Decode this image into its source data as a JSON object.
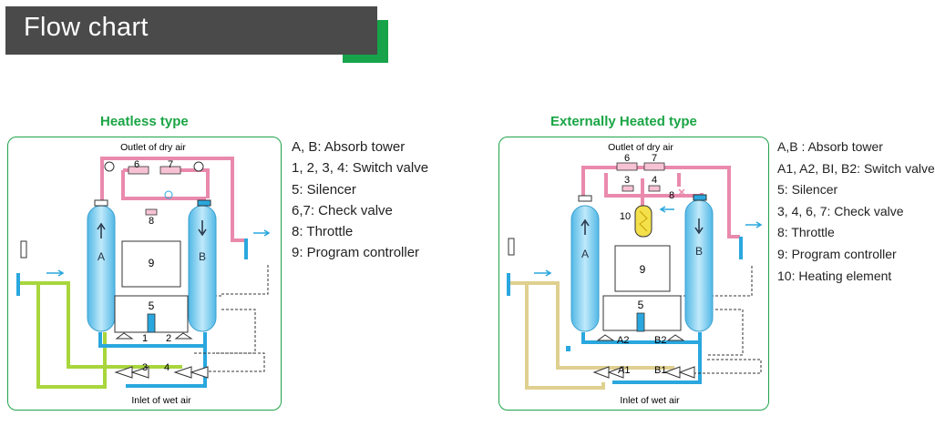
{
  "header": {
    "title": "Flow chart",
    "accent_color": "#17a34a",
    "bar_color": "#4a4a4a"
  },
  "left": {
    "title": "Heatless type",
    "outlet": "Outlet of dry air",
    "inlet": "Inlet of wet air",
    "tower_a": "A",
    "tower_b": "B",
    "controller": "9",
    "silencer": "5",
    "throttle": "8",
    "check_6": "6",
    "check_7": "7",
    "valve_1": "1",
    "valve_2": "2",
    "valve_3": "3",
    "valve_4": "4",
    "legend": [
      "A, B: Absorb tower",
      "1, 2, 3, 4: Switch valve",
      "5: Silencer",
      "6,7: Check valve",
      "8: Throttle",
      "9: Program controller"
    ]
  },
  "right": {
    "title": "Externally Heated type",
    "outlet": "Outlet of dry air",
    "inlet": "Inlet of wet air",
    "tower_a": "A",
    "tower_b": "B",
    "controller": "9",
    "silencer": "5",
    "heater": "10",
    "throttle": "8",
    "check_3": "3",
    "check_4": "4",
    "check_6": "6",
    "check_7": "7",
    "valve_a1": "A1",
    "valve_a2": "A2",
    "valve_b1": "B1",
    "valve_b2": "B2",
    "legend": [
      "A,B : Absorb tower",
      "A1, A2, BI, B2: Switch valve",
      "5: Silencer",
      "3, 4, 6, 7: Check valve",
      "8: Throttle",
      "9: Program controller",
      "10: Heating element"
    ]
  },
  "colors": {
    "dry_air_pipe": "#e98aad",
    "wet_air_pipe": "#a8d63c",
    "wet_air_pipe_right": "#e0d090",
    "blue_pipe": "#2aa7de",
    "tower": "#8fd5f2",
    "heater": "#f3e04a"
  }
}
